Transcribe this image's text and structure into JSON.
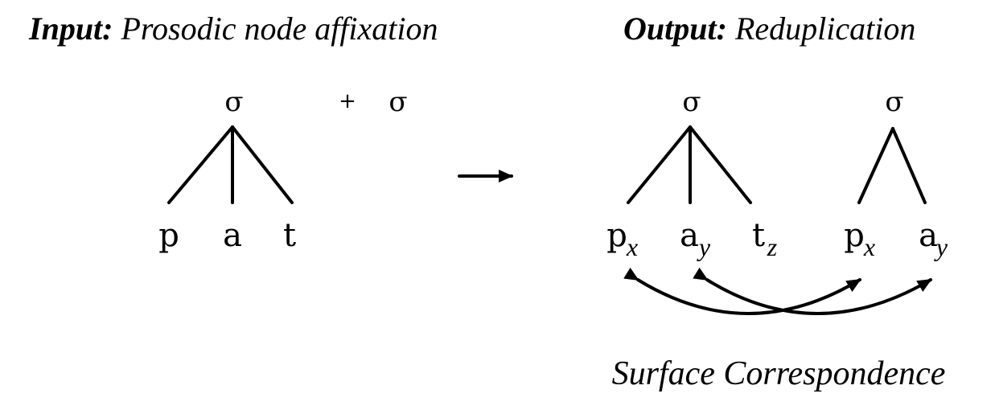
{
  "input": {
    "label": "Input:",
    "title": "Prosodic node affixation"
  },
  "output": {
    "label": "Output:",
    "title": "Reduplication"
  },
  "input_tree": {
    "root": "σ",
    "plus": "+",
    "affix": "σ",
    "segments": [
      "p",
      "a",
      "t"
    ]
  },
  "output_tree": {
    "base_root": "σ",
    "red_root": "σ",
    "base_segments": [
      {
        "seg": "p",
        "index": "x"
      },
      {
        "seg": "a",
        "index": "y"
      },
      {
        "seg": "t",
        "index": "z"
      }
    ],
    "red_segments": [
      {
        "seg": "p",
        "index": "x"
      },
      {
        "seg": "a",
        "index": "y"
      }
    ]
  },
  "caption": "Surface Correspondence"
}
